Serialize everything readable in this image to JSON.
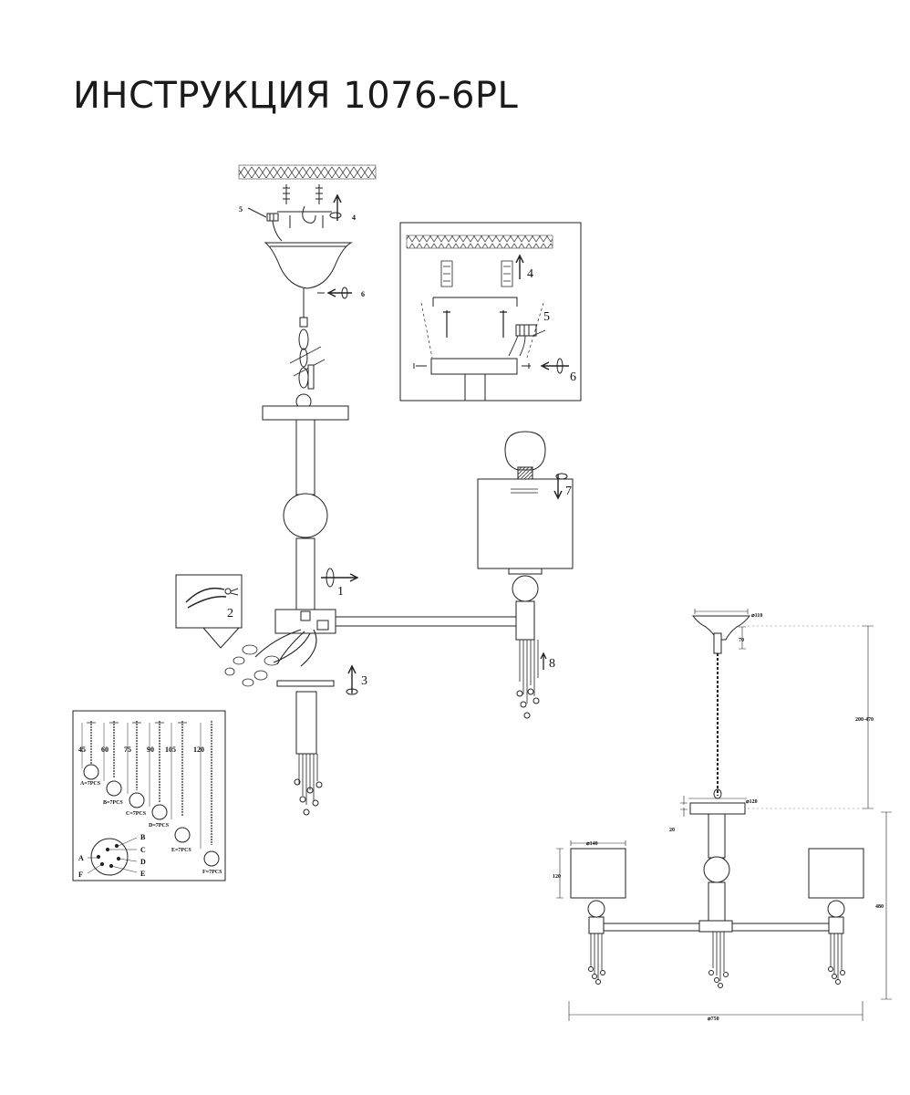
{
  "title": "ИНСТРУКЦИЯ 1076-6PL",
  "steps": {
    "s1": "1",
    "s2": "2",
    "s3": "3",
    "s4": "4",
    "s5": "5",
    "s6": "6",
    "s7": "7",
    "s8": "8",
    "s4_small": "4",
    "s5_small": "5",
    "s6_small": "6"
  },
  "pendant_chart": {
    "lengths": [
      "45",
      "60",
      "75",
      "90",
      "105",
      "120"
    ],
    "counts": [
      "A=7PCS",
      "B=7PCS",
      "C=7PCS",
      "D=7PCS",
      "E=7PCS",
      "F=7PCS"
    ],
    "letters": [
      "A",
      "B",
      "C",
      "D",
      "E",
      "F"
    ]
  },
  "dimensions": {
    "canopy_diameter": "⌀110",
    "canopy_height": "70",
    "chain_length": "200-470",
    "plate_diameter": "⌀120",
    "plate_height": "20",
    "shade_diameter": "⌀140",
    "shade_height": "120",
    "body_height": "480",
    "total_diameter": "⌀750"
  }
}
